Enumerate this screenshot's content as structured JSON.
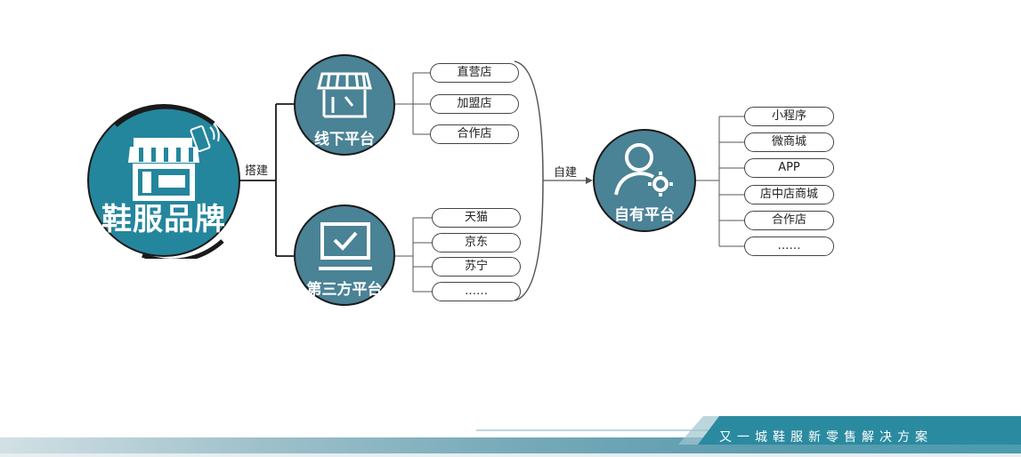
{
  "center": {
    "label": "鞋服品牌"
  },
  "offline": {
    "label": "线下平台",
    "items": [
      "直营店",
      "加盟店",
      "合作店"
    ]
  },
  "third_party": {
    "label": "第三方平台",
    "items": [
      "天猫",
      "京东",
      "苏宁",
      "……"
    ]
  },
  "own": {
    "label": "自有平台",
    "items": [
      "小程序",
      "微商城",
      "APP",
      "店中店商城",
      "合作店",
      "……"
    ]
  },
  "edges": {
    "build": "搭建",
    "self_build": "自建"
  },
  "footer": {
    "slogan": "又一城鞋服新零售解决方案"
  },
  "colors": {
    "brand_circle": "#24869c",
    "platform_circle": "#4a8296",
    "banner": "#2a8aa0"
  }
}
